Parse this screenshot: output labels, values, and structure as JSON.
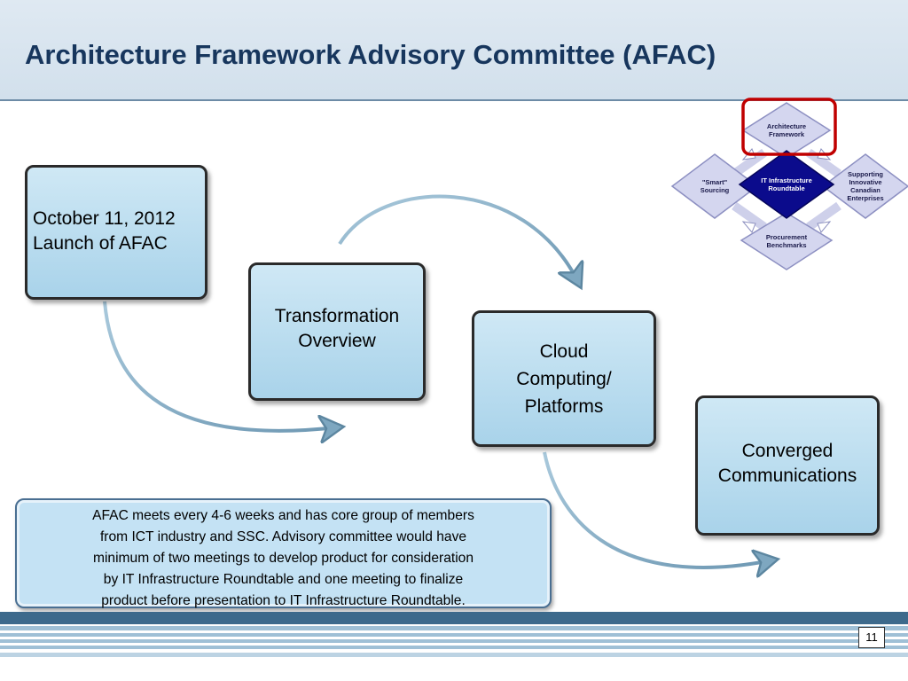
{
  "slide": {
    "title": "Architecture Framework Advisory Committee (AFAC)",
    "page_number": "11"
  },
  "flow": {
    "launch": {
      "line1": "October 11, 2012",
      "line2": "Launch of AFAC"
    },
    "transformation": {
      "line1": "Transformation",
      "line2": "Overview"
    },
    "cloud": {
      "line1": "Cloud",
      "line2": "Computing/",
      "line3": "Platforms"
    },
    "converged": {
      "line1": "Converged",
      "line2": "Communications"
    }
  },
  "note": {
    "lines": [
      "AFAC meets every 4-6 weeks and has core group of members",
      "from ICT industry and SSC.  Advisory committee would have",
      "minimum of two meetings to develop product for consideration",
      "by IT Infrastructure Roundtable and one meeting to finalize",
      "product before presentation to IT Infrastructure Roundtable."
    ]
  },
  "mini_diagram": {
    "top": {
      "line1": "Architecture",
      "line2": "Framework"
    },
    "left": {
      "line1": "\"Smart\"",
      "line2": "Sourcing"
    },
    "center": {
      "line1": "IT Infrastructure",
      "line2": "Roundtable"
    },
    "right": {
      "line1": "Supporting",
      "line2": "Innovative",
      "line3": "Canadian",
      "line4": "Enterprises"
    },
    "bottom": {
      "line1": "Procurement",
      "line2": "Benchmarks"
    }
  },
  "colors": {
    "title": "#17365d",
    "box_fill": "#b9dcef",
    "arrow": "#8fb3c9",
    "highlight": "#c00000",
    "center_diamond": "#0b0b8c",
    "footer_dark": "#3d6a8c",
    "footer_light": "#9fc0d6"
  }
}
